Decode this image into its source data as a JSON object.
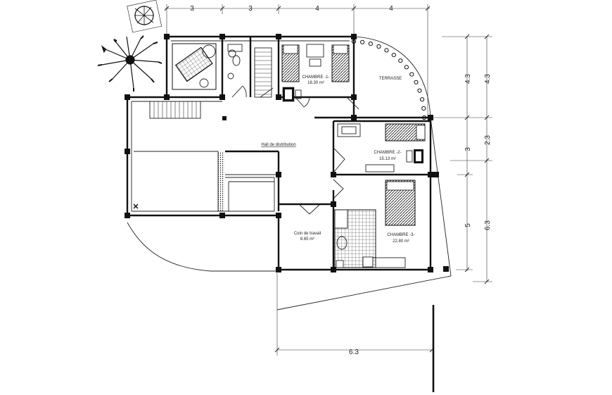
{
  "plan": {
    "dimensions_top": [
      "3",
      "3",
      "4",
      "4"
    ],
    "dimensions_right_outer": [
      "4.3",
      "2.3",
      "6.3"
    ],
    "dimensions_right_inner": [
      "4.3",
      "3",
      "5"
    ],
    "dimension_bottom": "6.3"
  },
  "rooms": {
    "chambre1": {
      "name": "CHAMBRE -1-",
      "area": "18.30 m²"
    },
    "terrasse": {
      "name": "TERRASSE"
    },
    "hall": {
      "name": "Hall de distribution"
    },
    "chambre2": {
      "name": "CHAMBRE -2-",
      "area": "15.13 m²"
    },
    "chambre3": {
      "name": "CHAMBRE -3-",
      "area": "22.80 m²"
    },
    "coin_travail": {
      "name": "Coin de travail",
      "area": "8.65 m²"
    }
  },
  "colors": {
    "ink": "#111111",
    "paper": "#ffffff"
  }
}
